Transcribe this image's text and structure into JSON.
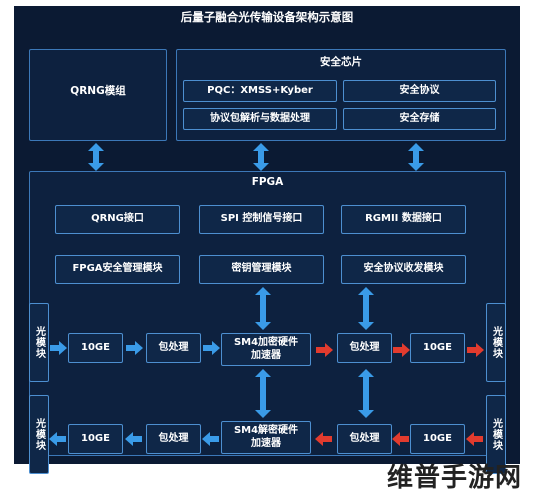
{
  "title": "后量子融合光传输设备架构示意图",
  "colors": {
    "background": "#0b1a33",
    "border": "#4d8fd0",
    "arrow_blue": "#3a9be8",
    "arrow_red": "#e23b2e"
  },
  "qrng_module": "QRNG模组",
  "security_chip": {
    "title": "安全芯片",
    "items": [
      "PQC：XMSS+Kyber",
      "安全协议",
      "协议包解析与数据处理",
      "安全存储"
    ]
  },
  "fpga": {
    "title": "FPGA",
    "row1": [
      "QRNG接口",
      "SPI 控制信号接口",
      "RGMII 数据接口"
    ],
    "row2": [
      "FPGA安全管理模块",
      "密钥管理模块",
      "安全协议收发模块"
    ]
  },
  "pipeline_encrypt": {
    "left_optical": "光模块",
    "left_10ge": "10GE",
    "left_packet": "包处理",
    "accelerator": "SM4加密硬件加速器",
    "right_packet": "包处理",
    "right_10ge": "10GE",
    "right_optical": "光模块"
  },
  "pipeline_decrypt": {
    "left_optical": "光模块",
    "left_10ge": "10GE",
    "left_packet": "包处理",
    "accelerator": "SM4解密硬件加速器",
    "right_packet": "包处理",
    "right_10ge": "10GE",
    "right_optical": "光模块"
  },
  "watermark": "维普手游网"
}
